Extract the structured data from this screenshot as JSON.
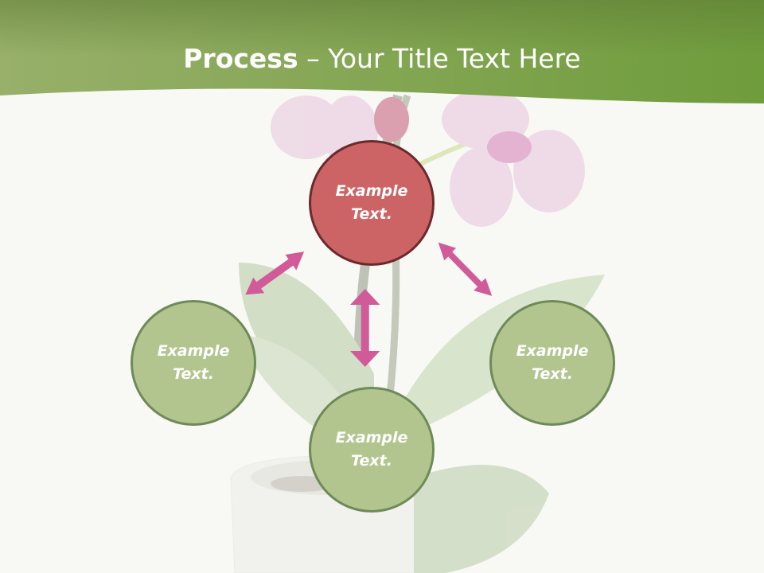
{
  "title": {
    "bold": "Process",
    "dash": "–",
    "rest": "Your Title Text Here"
  },
  "nodes": [
    {
      "id": "top",
      "line1": "Example",
      "line2": "Text."
    },
    {
      "id": "left",
      "line1": "Example",
      "line2": "Text."
    },
    {
      "id": "right",
      "line1": "Example",
      "line2": "Text."
    },
    {
      "id": "bottom",
      "line1": "Example",
      "line2": "Text."
    }
  ],
  "colors": {
    "header_green": "#8aac5a",
    "node_green": "#b3c58e",
    "node_highlight": "#cc6465",
    "arrow": "#d05b98"
  }
}
